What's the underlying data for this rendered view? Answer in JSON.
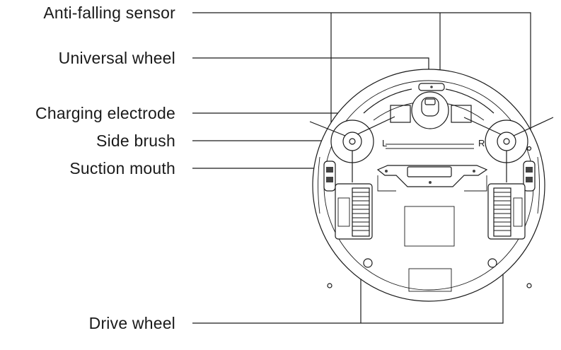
{
  "labels": {
    "anti_falling_sensor": "Anti-falling sensor",
    "universal_wheel": "Universal wheel",
    "charging_electrode": "Charging electrode",
    "side_brush": "Side brush",
    "suction_mouth": "Suction mouth",
    "drive_wheel": "Drive wheel"
  },
  "markings": {
    "left_brush": "L",
    "right_brush": "R"
  },
  "colors": {
    "line": "#1a1a1a",
    "fill_gray": "#888888",
    "fill_dark": "#444444"
  }
}
